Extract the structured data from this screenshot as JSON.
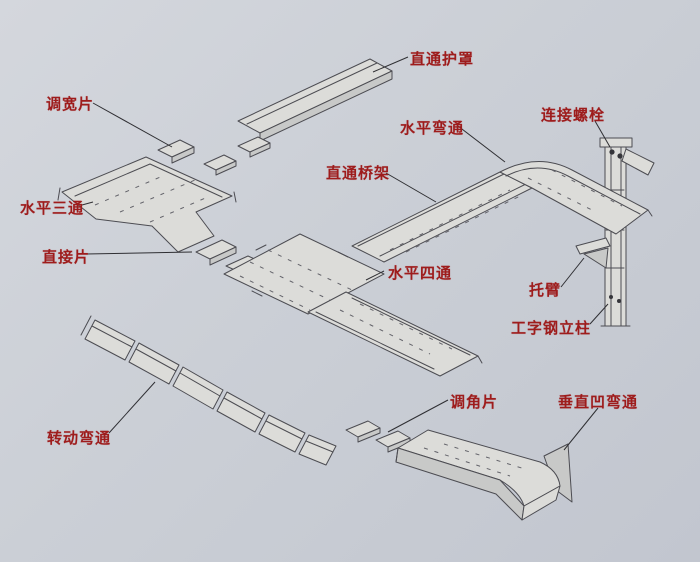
{
  "colors": {
    "background_top": "#d4d7dd",
    "background_bottom": "#c2c6cf",
    "part_fill": "#dcdcd9",
    "part_fill_dark": "#c8c9c8",
    "line": "#4c4c52",
    "hatch": "#63636a",
    "leader": "#2f2f33",
    "label": "#9e1c1c"
  },
  "labels": [
    {
      "id": "straight-cover",
      "text": "直通护罩"
    },
    {
      "id": "width-adjust-piece",
      "text": "调宽片"
    },
    {
      "id": "horizontal-bend",
      "text": "水平弯通"
    },
    {
      "id": "connecting-bolt",
      "text": "连接螺栓"
    },
    {
      "id": "straight-tray",
      "text": "直通桥架"
    },
    {
      "id": "horizontal-tee",
      "text": "水平三通"
    },
    {
      "id": "direct-piece",
      "text": "直接片"
    },
    {
      "id": "horizontal-cross",
      "text": "水平四通"
    },
    {
      "id": "bracket-arm",
      "text": "托臂"
    },
    {
      "id": "i-beam-column",
      "text": "工字钢立柱"
    },
    {
      "id": "angle-adjust-piece",
      "text": "调角片"
    },
    {
      "id": "vertical-concave-bend",
      "text": "垂直凹弯通"
    },
    {
      "id": "rotating-bend",
      "text": "转动弯通"
    }
  ]
}
